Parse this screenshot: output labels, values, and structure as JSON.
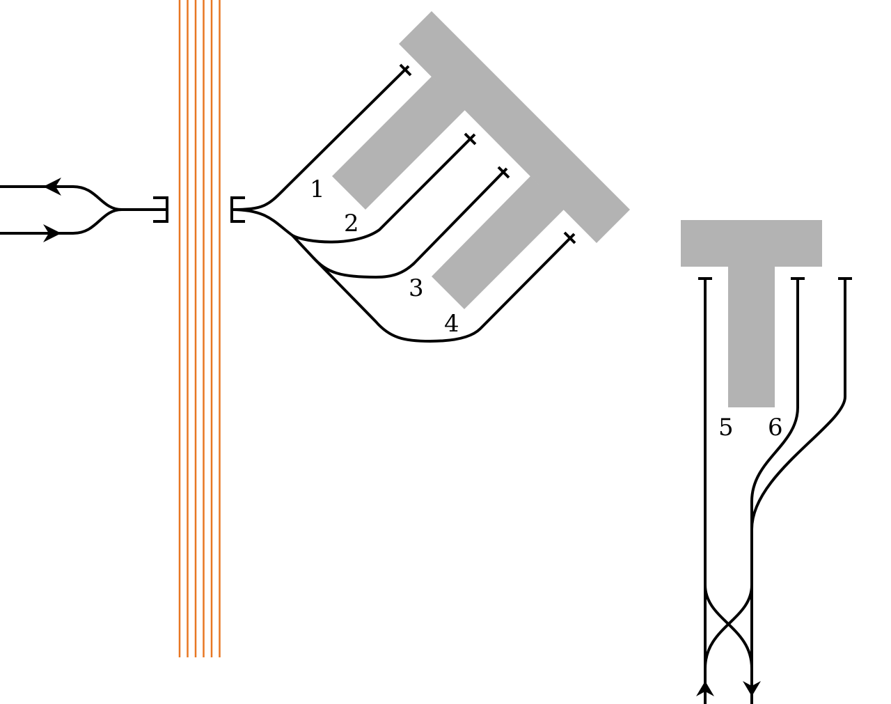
{
  "colors": {
    "track": "#000000",
    "platform": "#b3b3b3",
    "river": "#e87722",
    "background": "#ffffff"
  },
  "tracks": [
    {
      "id": "1",
      "label": "1"
    },
    {
      "id": "2",
      "label": "2"
    },
    {
      "id": "3",
      "label": "3"
    },
    {
      "id": "4",
      "label": "4"
    },
    {
      "id": "5",
      "label": "5"
    },
    {
      "id": "6",
      "label": "6"
    }
  ],
  "icons": {
    "arrow_left": "arrow-left-icon",
    "arrow_right": "arrow-right-icon",
    "arrow_up": "arrow-up-icon",
    "arrow_down": "arrow-down-icon",
    "buffer_stop": "buffer-stop-icon",
    "tunnel_portal": "tunnel-portal-icon"
  }
}
